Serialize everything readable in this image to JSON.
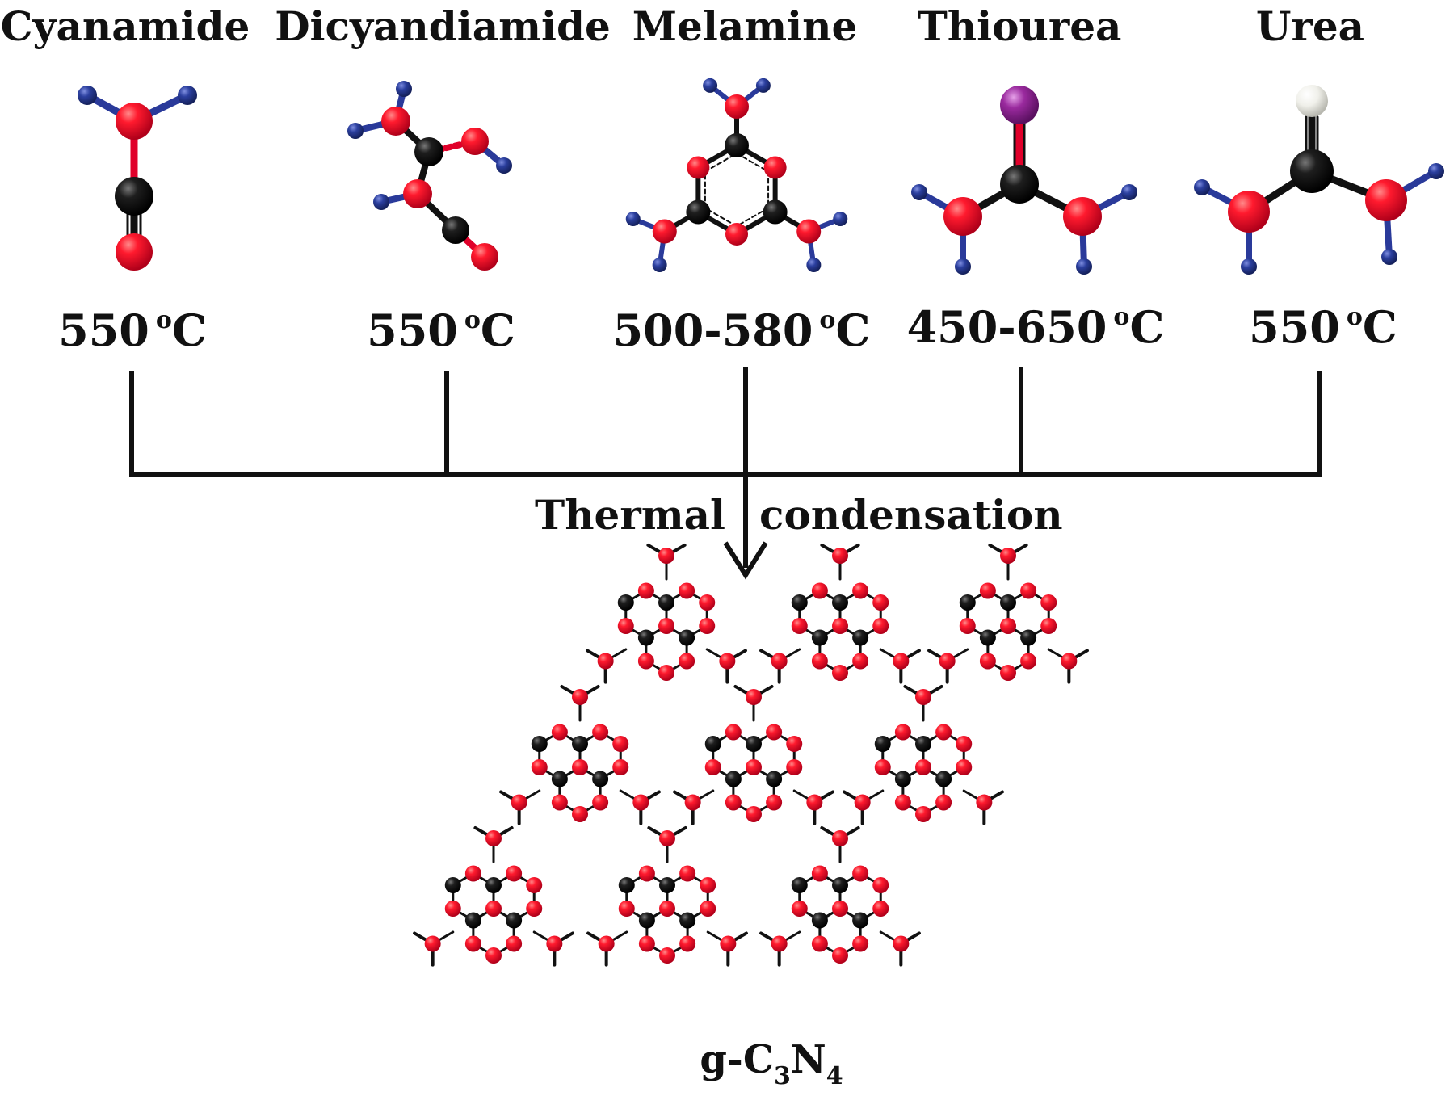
{
  "precursors": [
    {
      "name": "Cyanamide",
      "temperature": "550",
      "unit": "C",
      "degree": "o"
    },
    {
      "name": "Dicyandiamide",
      "temperature": "550",
      "unit": "C",
      "degree": "o"
    },
    {
      "name": "Melamine",
      "temperature": "500-580",
      "unit": "C",
      "degree": "o"
    },
    {
      "name": "Thiourea",
      "temperature": "450-650",
      "unit": "C",
      "degree": "o"
    },
    {
      "name": "Urea",
      "temperature": "550",
      "unit": "C",
      "degree": "o"
    }
  ],
  "process": {
    "left": "Thermal",
    "right": "condensation"
  },
  "product": {
    "prefix": "g-C",
    "sub1": "3",
    "mid": "N",
    "sub2": "4"
  },
  "colors": {
    "carbon": "#111111",
    "nitrogen": "#e8001f",
    "hydrogen": "#2b3f9e",
    "sulfur": "#9a2a9e",
    "oxygen": "#f2f2ee",
    "connector": "#111111"
  }
}
